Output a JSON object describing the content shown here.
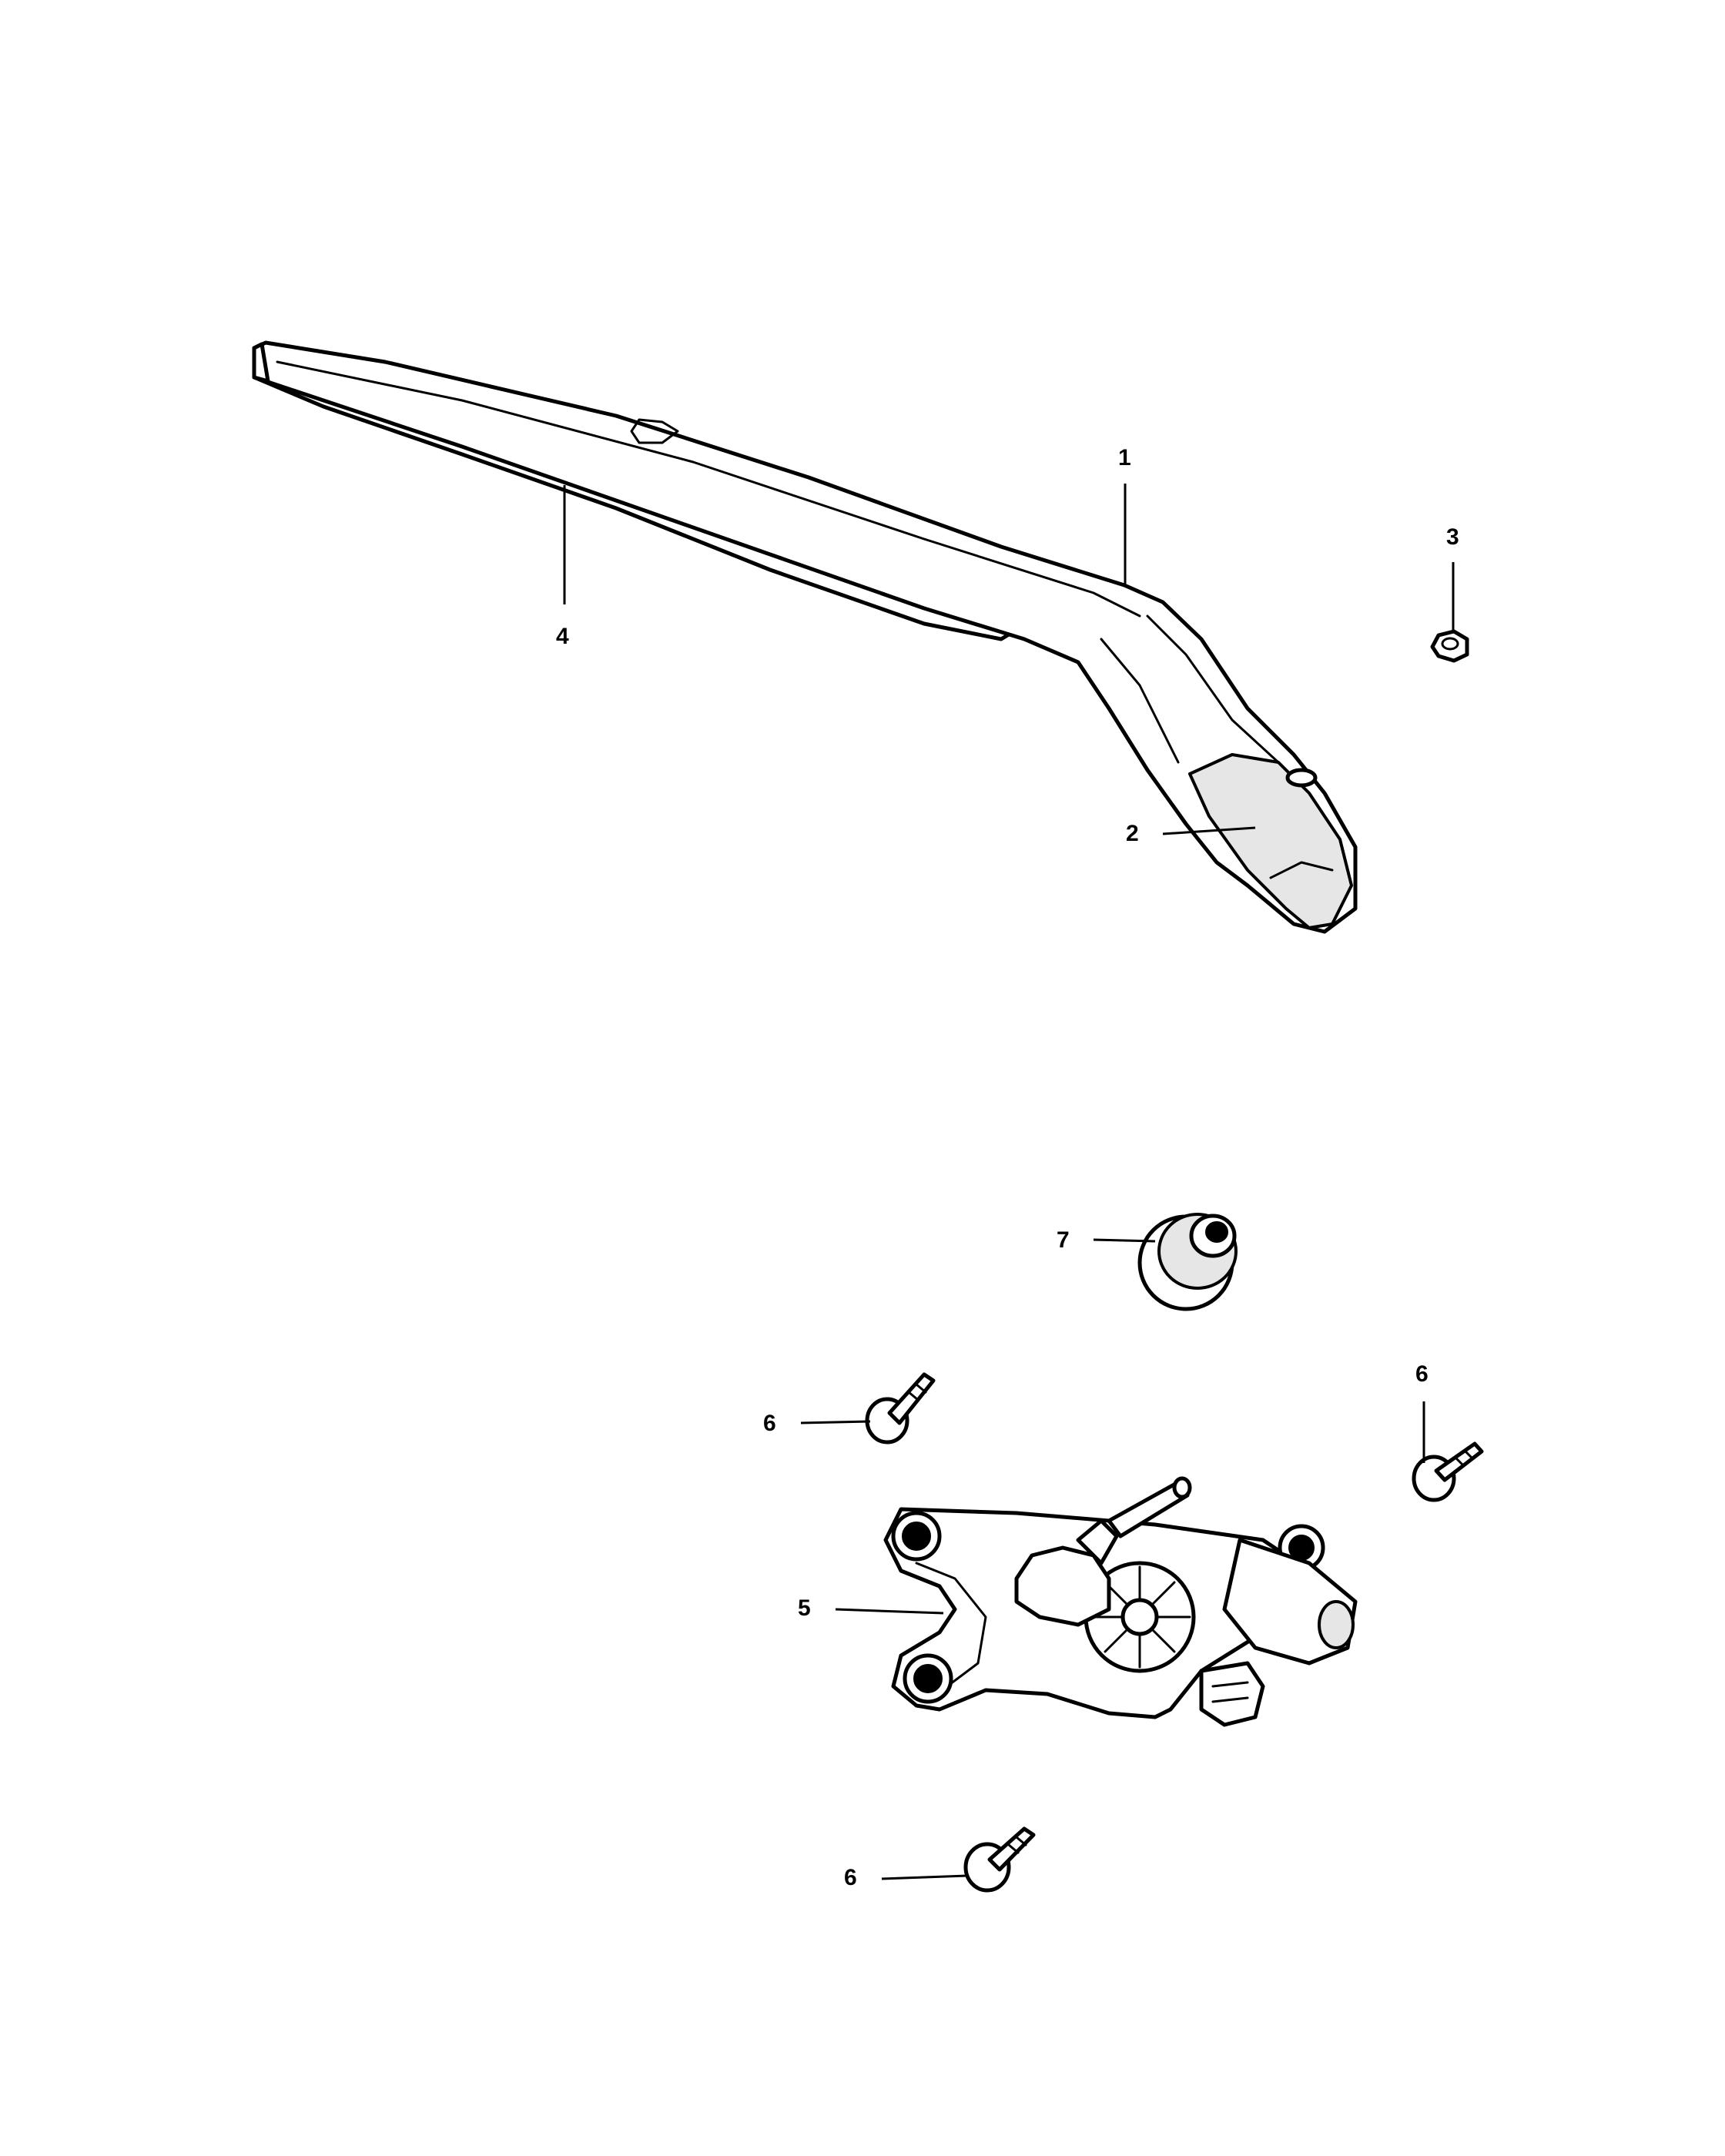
{
  "callouts": [
    {
      "id": "c1",
      "label": "1",
      "part": "wiper arm"
    },
    {
      "id": "c2",
      "label": "2",
      "part": "arm cap"
    },
    {
      "id": "c3",
      "label": "3",
      "part": "nut"
    },
    {
      "id": "c4",
      "label": "4",
      "part": "wiper blade"
    },
    {
      "id": "c5",
      "label": "5",
      "part": "wiper motor"
    },
    {
      "id": "c6a",
      "label": "6",
      "part": "bolt"
    },
    {
      "id": "c6b",
      "label": "6",
      "part": "bolt"
    },
    {
      "id": "c6c",
      "label": "6",
      "part": "bolt"
    },
    {
      "id": "c7",
      "label": "7",
      "part": "grommet"
    }
  ]
}
